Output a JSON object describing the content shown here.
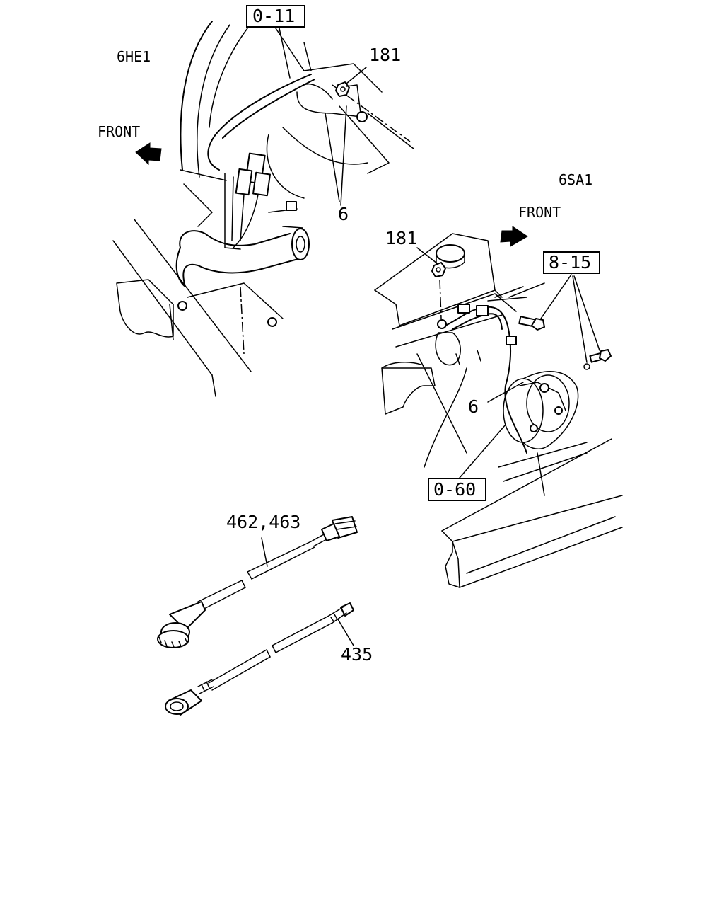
{
  "labels": {
    "engine_6he1": "6HE1",
    "engine_6sa1": "6SA1",
    "front_upper": "FRONT",
    "front_right": "FRONT",
    "ref_0_11": "0-11",
    "ref_8_15": "8-15",
    "ref_0_60": "0-60",
    "part_181_upper": "181",
    "part_181_right": "181",
    "part_6_upper": "6",
    "part_6_right": "6",
    "part_462_463": "462,463",
    "part_435": "435"
  }
}
